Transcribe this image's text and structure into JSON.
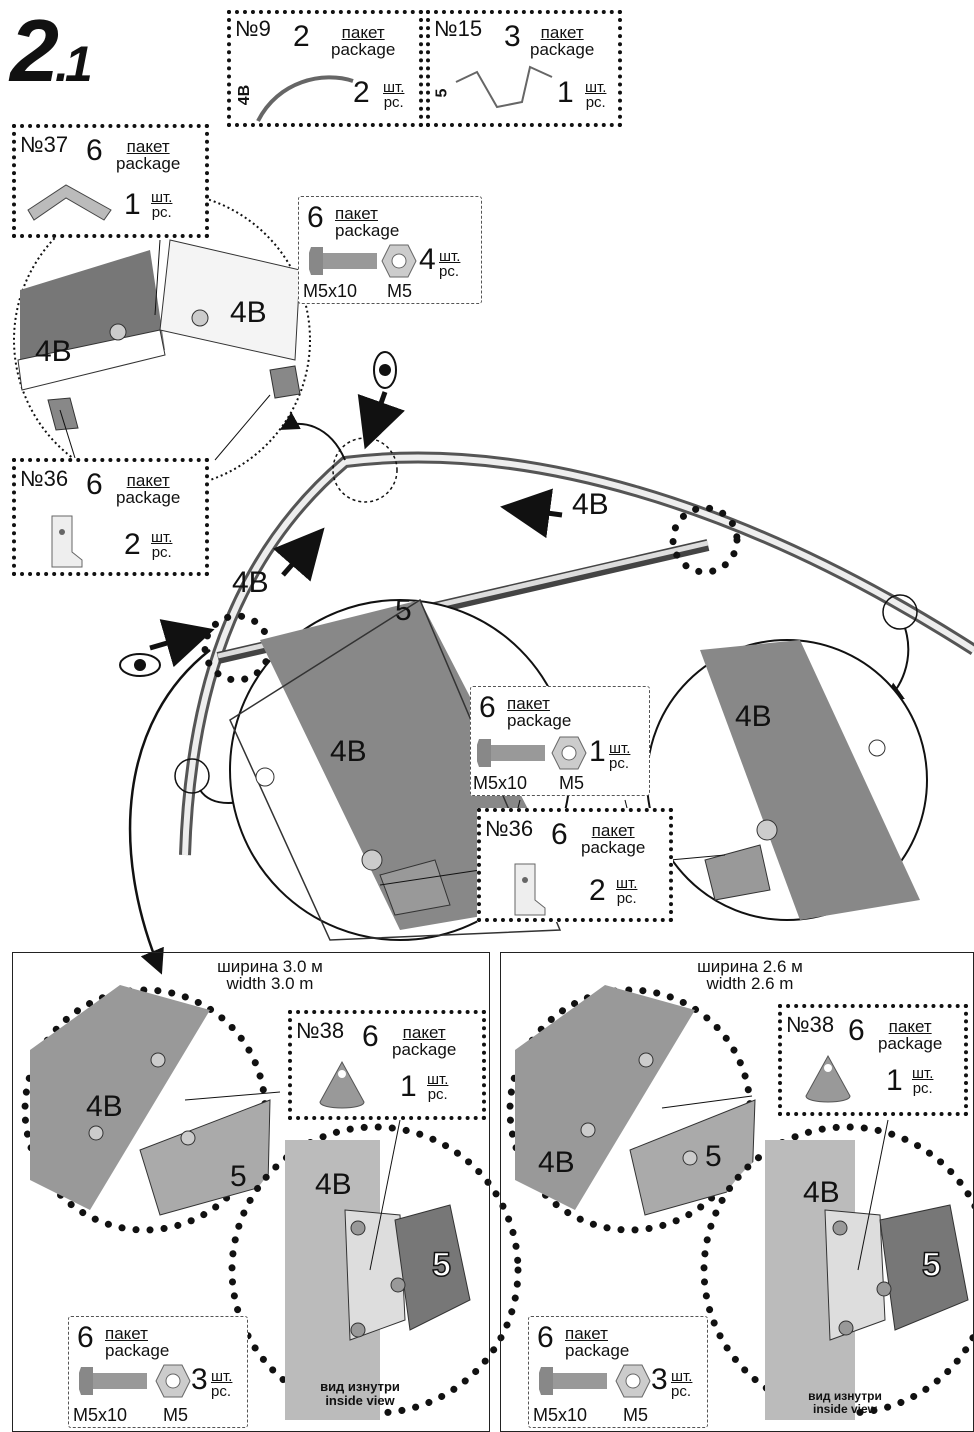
{
  "step": "2",
  "substep": ".1",
  "parts": {
    "no9": {
      "num": "№9",
      "pkg": "2",
      "pkg_ru": "пакет",
      "pkg_en": "package",
      "qty": "2",
      "u_ru": "шт.",
      "u_en": "pc.",
      "code": "4B"
    },
    "no15": {
      "num": "№15",
      "pkg": "3",
      "pkg_ru": "пакет",
      "pkg_en": "package",
      "qty": "1",
      "u_ru": "шт.",
      "u_en": "pc.",
      "code": "5"
    },
    "no37": {
      "num": "№37",
      "pkg": "6",
      "pkg_ru": "пакет",
      "pkg_en": "package",
      "qty": "1",
      "u_ru": "шт.",
      "u_en": "pc."
    },
    "no36a": {
      "num": "№36",
      "pkg": "6",
      "pkg_ru": "пакет",
      "pkg_en": "package",
      "qty": "2",
      "u_ru": "шт.",
      "u_en": "pc."
    },
    "no36b": {
      "num": "№36",
      "pkg": "6",
      "pkg_ru": "пакет",
      "pkg_en": "package",
      "qty": "2",
      "u_ru": "шт.",
      "u_en": "pc."
    },
    "no38a": {
      "num": "№38",
      "pkg": "6",
      "pkg_ru": "пакет",
      "pkg_en": "package",
      "qty": "1",
      "u_ru": "шт.",
      "u_en": "pc."
    },
    "no38b": {
      "num": "№38",
      "pkg": "6",
      "pkg_ru": "пакет",
      "pkg_en": "package",
      "qty": "1",
      "u_ru": "шт.",
      "u_en": "pc."
    }
  },
  "hardware": {
    "top": {
      "pkg": "6",
      "pkg_ru": "пакет",
      "pkg_en": "package",
      "qty": "4",
      "u_ru": "шт.",
      "u_en": "pc.",
      "bolt": "M5x10",
      "nut": "M5"
    },
    "mid": {
      "pkg": "6",
      "pkg_ru": "пакет",
      "pkg_en": "package",
      "qty": "1",
      "u_ru": "шт.",
      "u_en": "pc.",
      "bolt": "M5x10",
      "nut": "M5"
    },
    "left": {
      "pkg": "6",
      "pkg_ru": "пакет",
      "pkg_en": "package",
      "qty": "3",
      "u_ru": "шт.",
      "u_en": "pc.",
      "bolt": "M5x10",
      "nut": "M5"
    },
    "right": {
      "pkg": "6",
      "pkg_ru": "пакет",
      "pkg_en": "package",
      "qty": "3",
      "u_ru": "шт.",
      "u_en": "pc.",
      "bolt": "M5x10",
      "nut": "M5"
    }
  },
  "labels": {
    "arc": "4B",
    "bar": "5"
  },
  "widths": {
    "left_ru": "ширина 3.0 м",
    "left_en": "width 3.0 m",
    "right_ru": "ширина 2.6 м",
    "right_en": "width 2.6 m"
  },
  "inside_view": {
    "ru": "вид изнутри",
    "en": "inside view"
  }
}
